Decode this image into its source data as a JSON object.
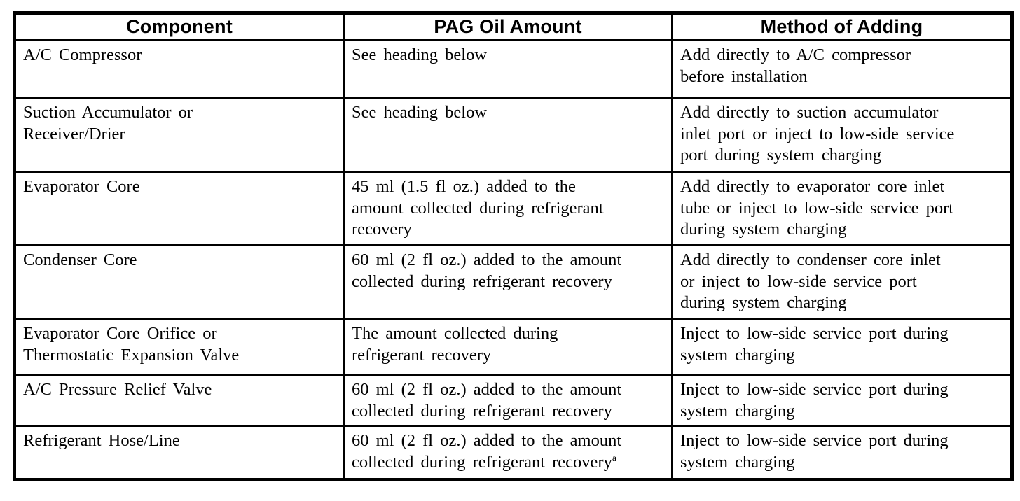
{
  "colors": {
    "border": "#000000",
    "text": "#000000",
    "background": "#ffffff"
  },
  "table": {
    "columns": [
      "Component",
      "PAG Oil Amount",
      "Method of Adding"
    ],
    "rows": [
      {
        "component": "A/C Compressor",
        "oil": "See heading below",
        "method": "Add directly to A/C compressor\nbefore installation"
      },
      {
        "component": "Suction Accumulator or\nReceiver/Drier",
        "oil": "See heading below",
        "method": "Add directly to suction accumulator\ninlet port or inject to low-side service\nport during system charging"
      },
      {
        "component": "Evaporator Core",
        "oil": "45 ml (1.5 fl oz.) added to the\namount collected during refrigerant\nrecovery",
        "method": "Add directly to evaporator core inlet\ntube or inject to low-side service port\nduring system charging"
      },
      {
        "component": "Condenser Core",
        "oil": "60 ml (2 fl oz.) added to the amount\ncollected during refrigerant recovery",
        "method": "Add directly to condenser core inlet\nor inject to low-side service port\nduring system charging"
      },
      {
        "component": "Evaporator Core Orifice or\nThermostatic Expansion Valve",
        "oil": "The amount collected during\nrefrigerant recovery",
        "method": "Inject to low-side service port during\nsystem charging"
      },
      {
        "component": "A/C Pressure Relief Valve",
        "oil": "60 ml (2 fl oz.) added to the amount\ncollected during refrigerant recovery",
        "method": "Inject to low-side service port during\nsystem charging"
      },
      {
        "component": "Refrigerant Hose/Line",
        "oil": "60 ml (2 fl oz.) added to the amount\ncollected during refrigerant recovery",
        "oil_note": "a",
        "method": "Inject to low-side service port during\nsystem charging"
      }
    ]
  }
}
